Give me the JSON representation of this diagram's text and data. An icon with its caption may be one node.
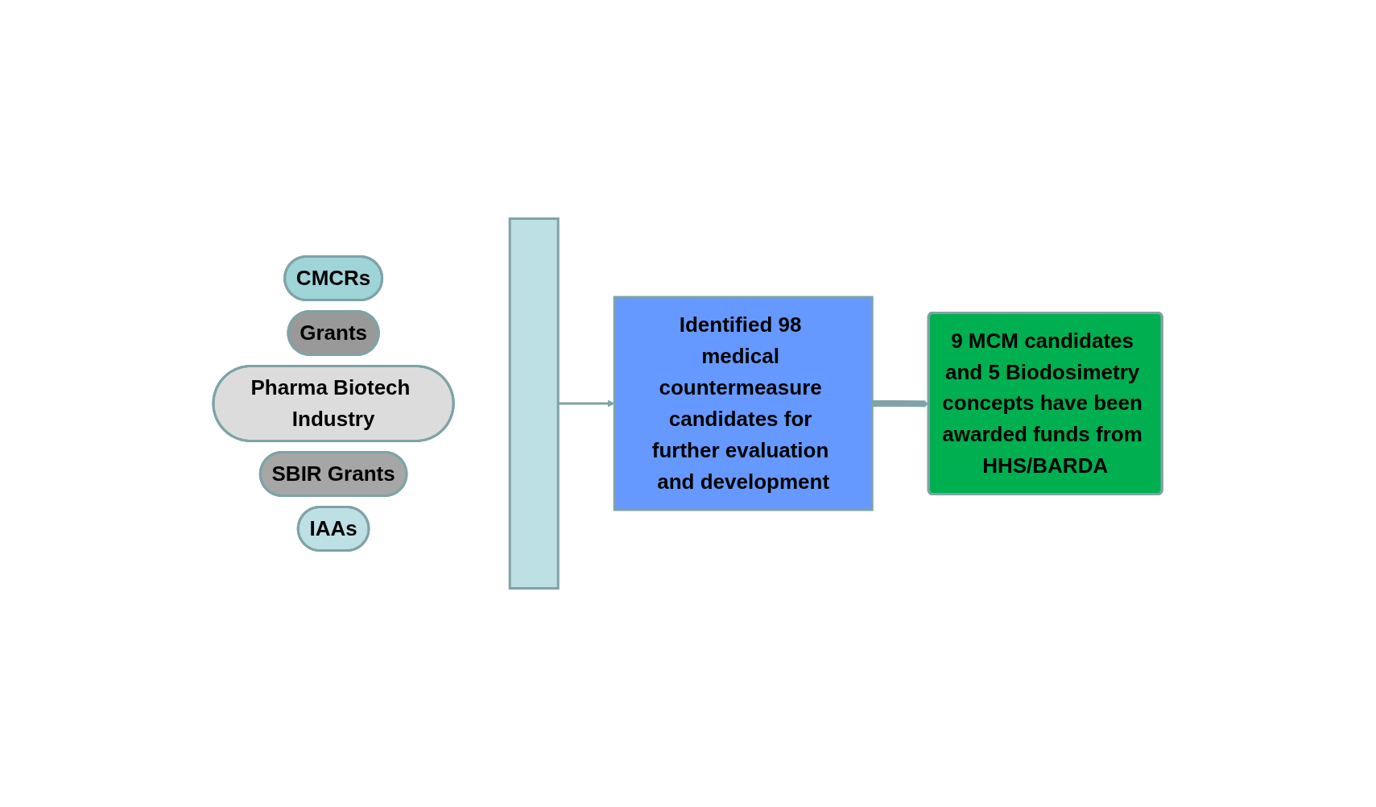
{
  "diagram": {
    "nodes": [
      {
        "text": [
          "CMCRs"
        ]
      },
      {
        "text": [
          "Grants"
        ]
      },
      {
        "text": [
          "Pharma Biotech Industry"
        ]
      },
      {
        "text": [
          "SBIR Grants"
        ]
      },
      {
        "text": [
          "IAAs"
        ]
      },
      {
        "text": [],
        "shape": "bar"
      },
      {
        "text": [
          "Identified 98 medical countermeasure candidates for further evaluation and development"
        ]
      },
      {
        "text": [
          "9 MCM candidates and 5 Biodosimetry concepts have been awarded funds from HHS/BARDA"
        ]
      }
    ],
    "edges": [
      {
        "from": 5,
        "to": 6,
        "arrow": "to"
      },
      {
        "from": 6,
        "to": 7,
        "arrow": "to",
        "style": "thick"
      }
    ]
  }
}
